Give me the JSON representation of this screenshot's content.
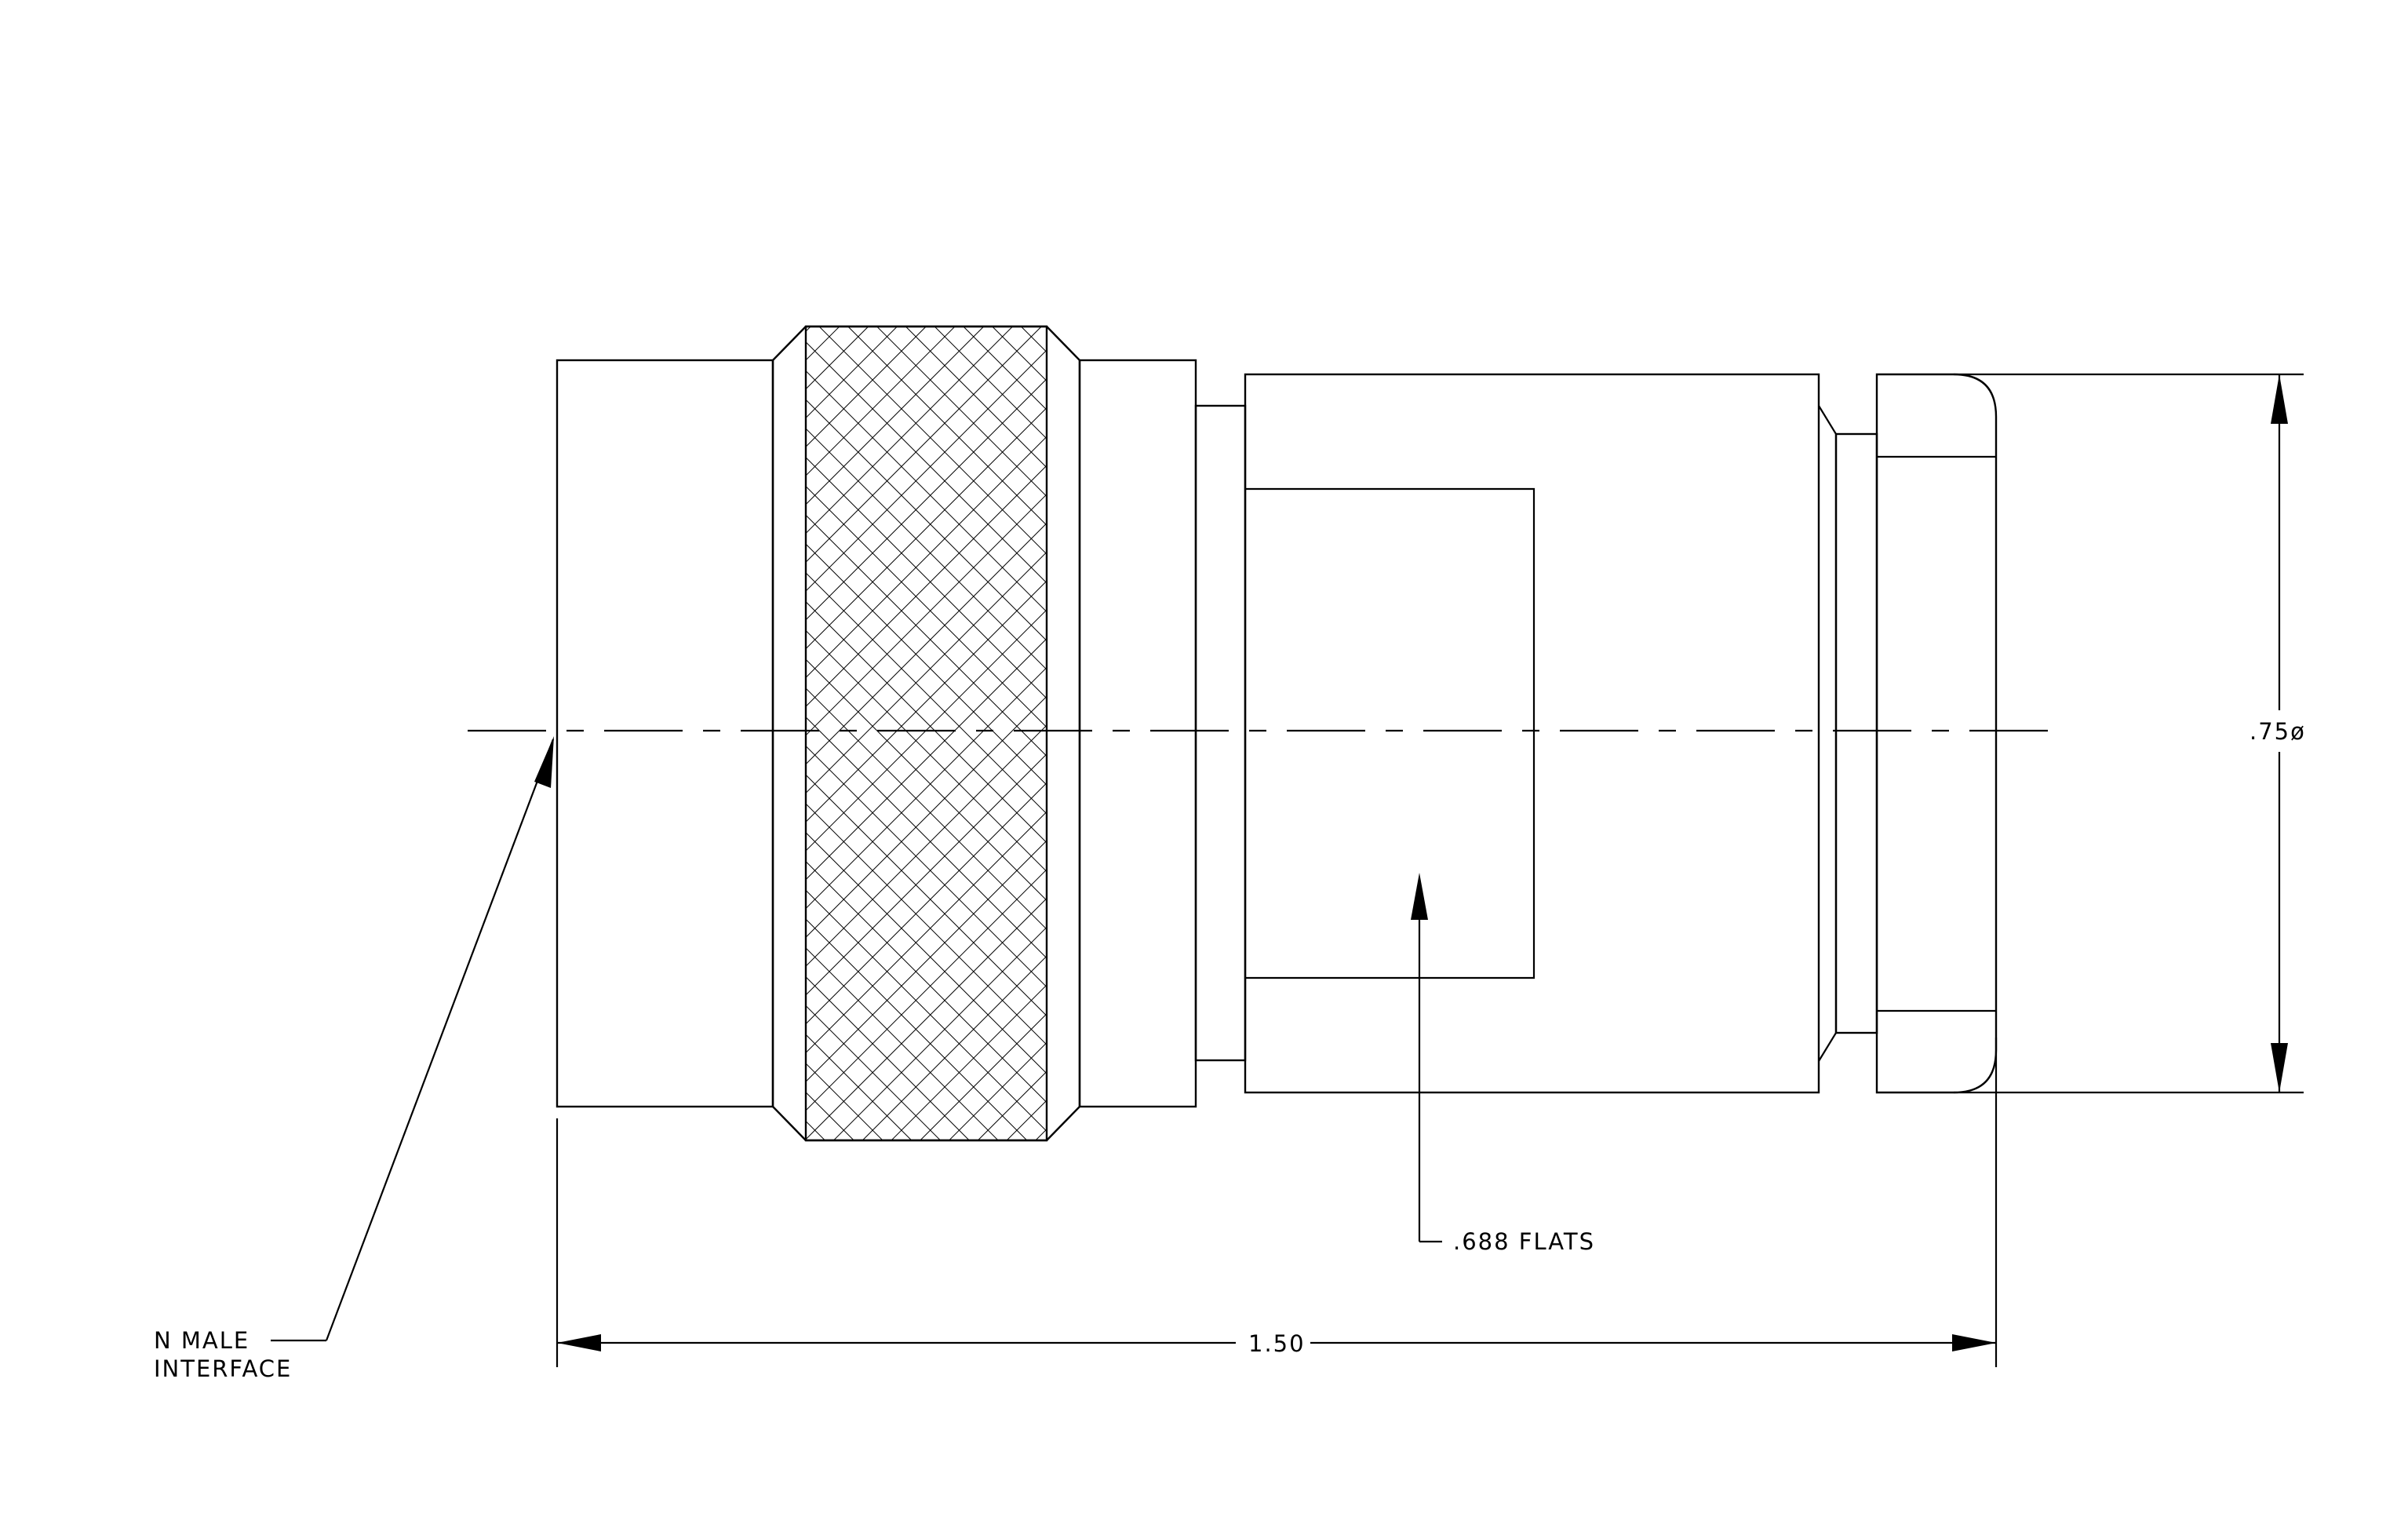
{
  "labels": {
    "interface_line1": "N MALE",
    "interface_line2": "INTERFACE",
    "length_dim": "1.50",
    "diameter_dim": ".75ø",
    "flats_callout": ".688 FLATS"
  },
  "colors": {
    "line": "#000000",
    "background": "#ffffff"
  }
}
